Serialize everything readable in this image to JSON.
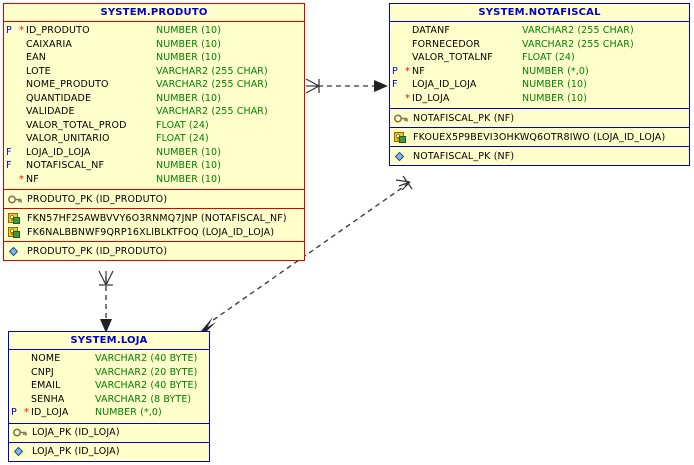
{
  "diagram": {
    "title": "Relational data model diagram",
    "background": "#ffffff",
    "colors": {
      "entity_fill": "#ffffcc",
      "entity_border_red": "#e00000",
      "entity_border_blue": "#0000cc",
      "title_text": "#0000cc",
      "datatype_text": "#008000",
      "required_marker": "#ff0000",
      "connector": "#333333"
    }
  },
  "entities": [
    {
      "name": "SYSTEM.PRODUTO",
      "border": "red",
      "attributes": [
        {
          "key": "P",
          "required": "*",
          "name": "ID_PRODUTO",
          "type": "NUMBER (10)"
        },
        {
          "key": "",
          "required": "",
          "name": "CAIXARIA",
          "type": "NUMBER (10)"
        },
        {
          "key": "",
          "required": "",
          "name": "EAN",
          "type": "NUMBER (10)"
        },
        {
          "key": "",
          "required": "",
          "name": "LOTE",
          "type": "VARCHAR2 (255 CHAR)"
        },
        {
          "key": "",
          "required": "",
          "name": "NOME_PRODUTO",
          "type": "VARCHAR2 (255 CHAR)"
        },
        {
          "key": "",
          "required": "",
          "name": "QUANTIDADE",
          "type": "NUMBER (10)"
        },
        {
          "key": "",
          "required": "",
          "name": "VALIDADE",
          "type": "VARCHAR2 (255 CHAR)"
        },
        {
          "key": "",
          "required": "",
          "name": "VALOR_TOTAL_PROD",
          "type": "FLOAT (24)"
        },
        {
          "key": "",
          "required": "",
          "name": "VALOR_UNITARIO",
          "type": "FLOAT (24)"
        },
        {
          "key": "F",
          "required": "",
          "name": "LOJA_ID_LOJA",
          "type": "NUMBER (10)"
        },
        {
          "key": "F",
          "required": "",
          "name": "NOTAFISCAL_NF",
          "type": "NUMBER (10)"
        },
        {
          "key": "",
          "required": "*",
          "name": "NF",
          "type": "NUMBER (10)"
        }
      ],
      "pk_indexes": [
        {
          "icon": "pk-index-icon",
          "label": "PRODUTO_PK (ID_PRODUTO)"
        }
      ],
      "fk_indexes": [
        {
          "icon": "fk-index-icon",
          "label": "FKN57HF2SAWBVVY6O3RNMQ7JNP (NOTAFISCAL_NF)"
        },
        {
          "icon": "fk-index-icon",
          "label": "FK6NALBBNWF9QRP16XLIBLKTFOQ (LOJA_ID_LOJA)"
        }
      ],
      "constraints": [
        {
          "icon": "constraint-icon",
          "label": "PRODUTO_PK (ID_PRODUTO)"
        }
      ]
    },
    {
      "name": "SYSTEM.NOTAFISCAL",
      "border": "blue",
      "attributes": [
        {
          "key": "",
          "required": "",
          "name": "DATANF",
          "type": "VARCHAR2 (255 CHAR)"
        },
        {
          "key": "",
          "required": "",
          "name": "FORNECEDOR",
          "type": "VARCHAR2 (255 CHAR)"
        },
        {
          "key": "",
          "required": "",
          "name": "VALOR_TOTALNF",
          "type": "FLOAT (24)"
        },
        {
          "key": "P",
          "required": "*",
          "name": "NF",
          "type": "NUMBER (*,0)"
        },
        {
          "key": "F",
          "required": "",
          "name": "LOJA_ID_LOJA",
          "type": "NUMBER (10)"
        },
        {
          "key": "",
          "required": "*",
          "name": "ID_LOJA",
          "type": "NUMBER (10)"
        }
      ],
      "pk_indexes": [
        {
          "icon": "pk-index-icon",
          "label": "NOTAFISCAL_PK (NF)"
        }
      ],
      "fk_indexes": [
        {
          "icon": "fk-index-icon",
          "label": "FKOUEX5P9BEVI3OHKWQ6OTR8IWO (LOJA_ID_LOJA)"
        }
      ],
      "constraints": [
        {
          "icon": "constraint-icon",
          "label": "NOTAFISCAL_PK (NF)"
        }
      ]
    },
    {
      "name": "SYSTEM.LOJA",
      "border": "blue",
      "attributes": [
        {
          "key": "",
          "required": "",
          "name": "NOME",
          "type": "VARCHAR2 (40 BYTE)"
        },
        {
          "key": "",
          "required": "",
          "name": "CNPJ",
          "type": "VARCHAR2 (20 BYTE)"
        },
        {
          "key": "",
          "required": "",
          "name": "EMAIL",
          "type": "VARCHAR2 (40 BYTE)"
        },
        {
          "key": "",
          "required": "",
          "name": "SENHA",
          "type": "VARCHAR2 (8 BYTE)"
        },
        {
          "key": "P",
          "required": "*",
          "name": "ID_LOJA",
          "type": "NUMBER (*,0)"
        }
      ],
      "pk_indexes": [
        {
          "icon": "pk-index-icon",
          "label": "LOJA_PK (ID_LOJA)"
        }
      ],
      "fk_indexes": [],
      "constraints": [
        {
          "icon": "constraint-icon",
          "label": "LOJA_PK (ID_LOJA)"
        }
      ]
    }
  ],
  "relationships": [
    {
      "name": "produto-to-notafiscal",
      "from": "SYSTEM.PRODUTO",
      "to": "SYSTEM.NOTAFISCAL",
      "style": "dashed",
      "source_end": "crows-foot",
      "target_end": "arrow"
    },
    {
      "name": "produto-to-loja",
      "from": "SYSTEM.PRODUTO",
      "to": "SYSTEM.LOJA",
      "style": "dashed",
      "source_end": "crows-foot",
      "target_end": "arrow"
    },
    {
      "name": "notafiscal-to-loja",
      "from": "SYSTEM.NOTAFISCAL",
      "to": "SYSTEM.LOJA",
      "style": "dashed",
      "source_end": "crows-foot",
      "target_end": "arrow"
    }
  ]
}
